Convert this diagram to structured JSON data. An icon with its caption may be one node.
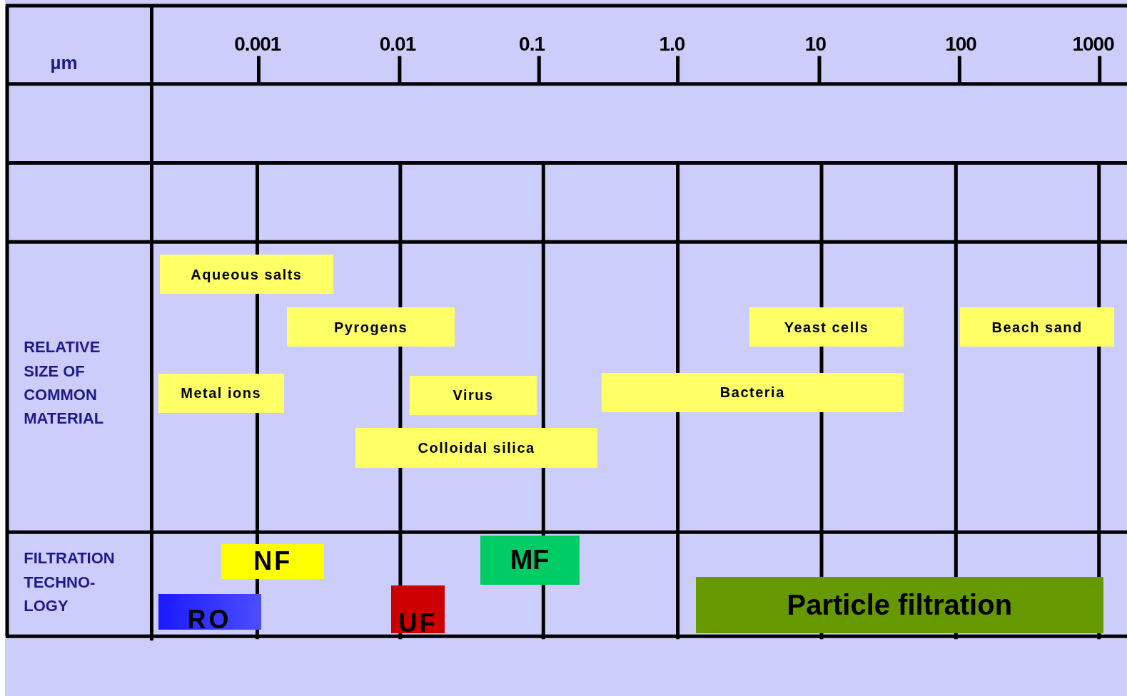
{
  "diagram": {
    "nodes": [
      {
        "text": [
          "Aqueous salts"
        ]
      },
      {
        "text": [
          "Pyrogens"
        ]
      },
      {
        "text": [
          "Yeast cells"
        ]
      },
      {
        "text": [
          "Beach sand"
        ]
      },
      {
        "text": [
          "Metal ions"
        ]
      },
      {
        "text": [
          "Virus"
        ]
      },
      {
        "text": [
          "Bacteria"
        ]
      },
      {
        "text": [
          "Colloidal silica"
        ]
      },
      {
        "text": [
          "NF"
        ]
      },
      {
        "text": [
          "MF"
        ]
      },
      {
        "text": [
          "RO"
        ]
      },
      {
        "text": [
          "UF"
        ]
      },
      {
        "text": [
          "Particle filtration"
        ]
      }
    ],
    "labels": [
      "µm",
      "0.001",
      "0.01",
      "0.1",
      "1.0",
      "10",
      "100",
      "1000",
      "RELATIVE SIZE OF COMMON MATERIAL",
      "FILTRATION TECHNO- LOGY"
    ]
  }
}
